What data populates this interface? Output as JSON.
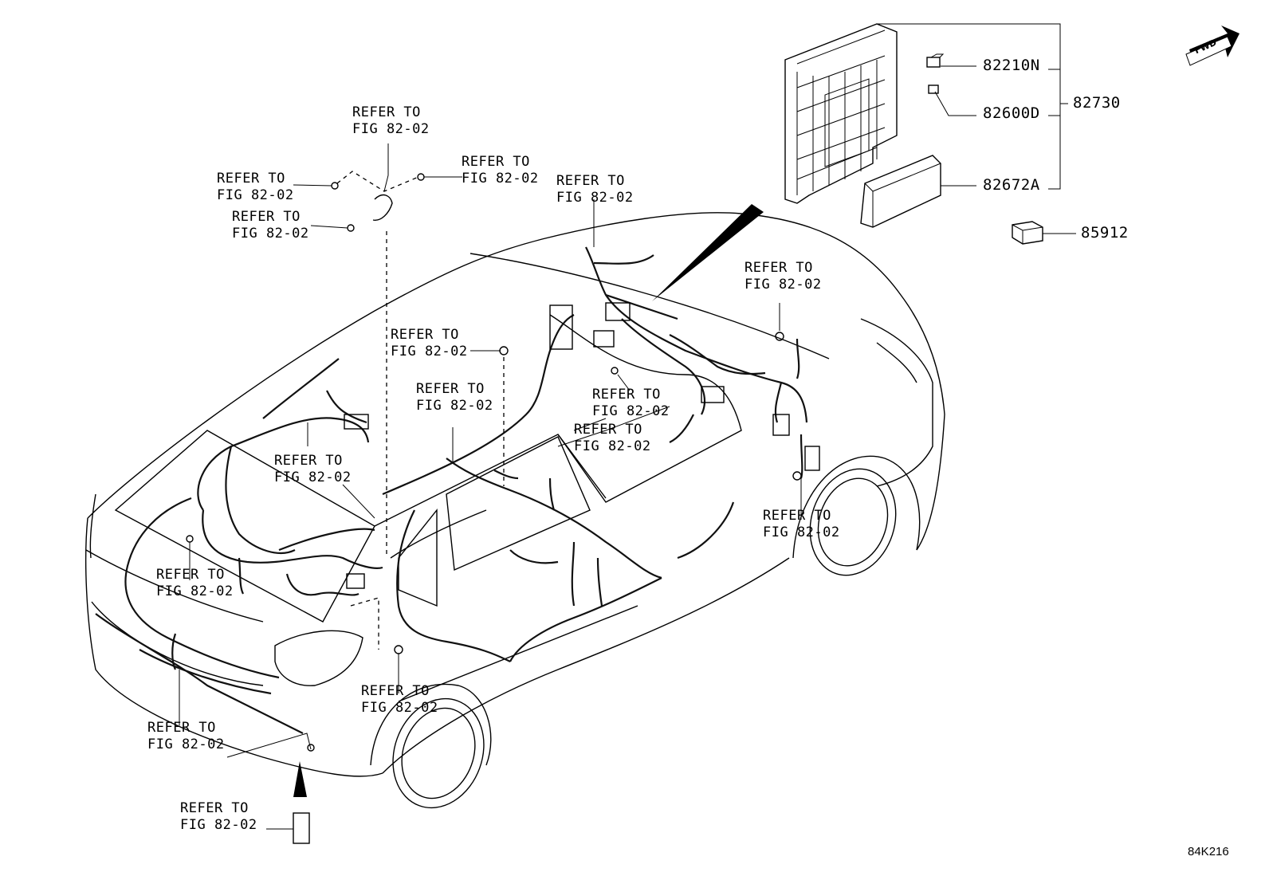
{
  "diagram": {
    "refer_label": "REFER TO\nFIG 82-02",
    "fwd_label": "FWD",
    "diagram_code": "84K216",
    "callouts": [
      {
        "id": "c1"
      },
      {
        "id": "c2"
      },
      {
        "id": "c3"
      },
      {
        "id": "c4"
      },
      {
        "id": "c5"
      },
      {
        "id": "c6"
      },
      {
        "id": "c7"
      },
      {
        "id": "c8"
      },
      {
        "id": "c9"
      },
      {
        "id": "c10"
      },
      {
        "id": "c11"
      },
      {
        "id": "c12"
      },
      {
        "id": "c13"
      },
      {
        "id": "c14"
      },
      {
        "id": "c15"
      },
      {
        "id": "c16"
      },
      {
        "id": "c17"
      }
    ],
    "parts": {
      "p82210N": "82210N",
      "p82600D": "82600D",
      "p82730": "82730",
      "p82672A": "82672A",
      "p85912": "85912"
    }
  }
}
